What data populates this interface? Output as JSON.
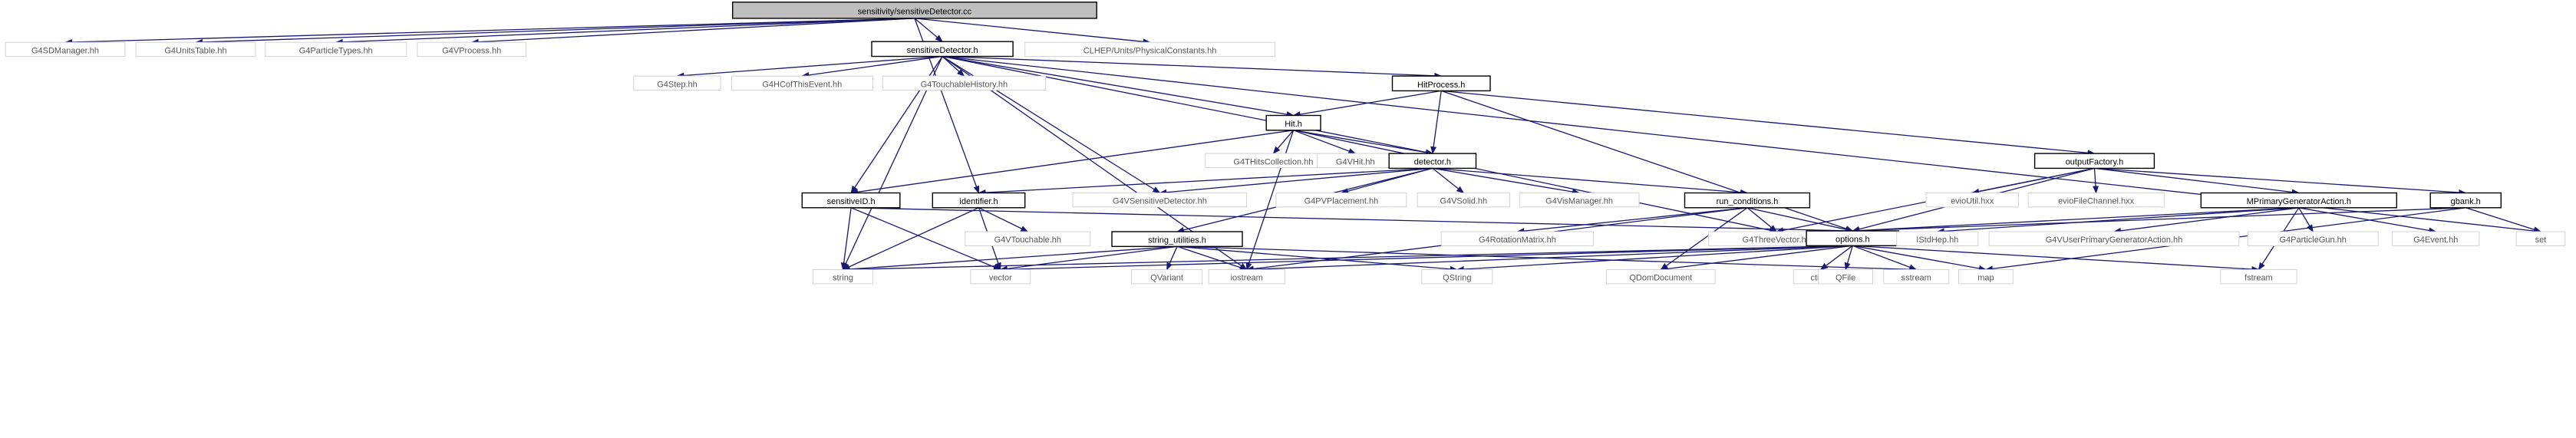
{
  "nodes": [
    {
      "id": "root",
      "label": "sensitivity/sensitiveDetector.cc",
      "style": "root"
    },
    {
      "id": "g4sdmanager",
      "label": "G4SDManager.hh",
      "style": "ext"
    },
    {
      "id": "g4unitstable",
      "label": "G4UnitsTable.hh",
      "style": "ext"
    },
    {
      "id": "g4particletypes",
      "label": "G4ParticleTypes.hh",
      "style": "ext"
    },
    {
      "id": "g4vprocess",
      "label": "G4VProcess.hh",
      "style": "ext"
    },
    {
      "id": "sensitivedetector_h",
      "label": "sensitiveDetector.h",
      "style": "doc"
    },
    {
      "id": "clhep_units",
      "label": "CLHEP/Units/PhysicalConstants.hh",
      "style": "ext"
    },
    {
      "id": "g4step",
      "label": "G4Step.hh",
      "style": "ext"
    },
    {
      "id": "g4hcofthisevent",
      "label": "G4HCofThisEvent.hh",
      "style": "ext"
    },
    {
      "id": "g4touchablehistory",
      "label": "G4TouchableHistory.hh",
      "style": "ext"
    },
    {
      "id": "hitprocess_h",
      "label": "HitProcess.h",
      "style": "doc"
    },
    {
      "id": "hit_h",
      "label": "Hit.h",
      "style": "doc"
    },
    {
      "id": "g4thitscollection",
      "label": "G4THitsCollection.hh",
      "style": "ext"
    },
    {
      "id": "g4vhit",
      "label": "G4VHit.hh",
      "style": "ext"
    },
    {
      "id": "detector_h",
      "label": "detector.h",
      "style": "doc"
    },
    {
      "id": "outputfactory_h",
      "label": "outputFactory.h",
      "style": "doc"
    },
    {
      "id": "sensitiveid_h",
      "label": "sensitiveID.h",
      "style": "doc"
    },
    {
      "id": "identifier_h",
      "label": "identifier.h",
      "style": "doc"
    },
    {
      "id": "g4vsensitivedetector",
      "label": "G4VSensitiveDetector.hh",
      "style": "ext"
    },
    {
      "id": "g4pvplacement",
      "label": "G4PVPlacement.hh",
      "style": "ext"
    },
    {
      "id": "g4vsolid",
      "label": "G4VSolid.hh",
      "style": "ext"
    },
    {
      "id": "g4vismanager",
      "label": "G4VisManager.hh",
      "style": "ext"
    },
    {
      "id": "run_conditions_h",
      "label": "run_conditions.h",
      "style": "doc"
    },
    {
      "id": "evioutil",
      "label": "evioUtil.hxx",
      "style": "ext"
    },
    {
      "id": "eviofilechannel",
      "label": "evioFileChannel.hxx",
      "style": "ext"
    },
    {
      "id": "mprimarygenerator_h",
      "label": "MPrimaryGeneratorAction.h",
      "style": "doc"
    },
    {
      "id": "gbank_h",
      "label": "gbank.h",
      "style": "doc"
    },
    {
      "id": "g4vtouchable",
      "label": "G4VTouchable.hh",
      "style": "ext"
    },
    {
      "id": "string_utilities_h",
      "label": "string_utilities.h",
      "style": "doc"
    },
    {
      "id": "g4rotationmatrix",
      "label": "G4RotationMatrix.hh",
      "style": "ext"
    },
    {
      "id": "g4threevector",
      "label": "G4ThreeVector.hh",
      "style": "ext"
    },
    {
      "id": "options_h",
      "label": "options.h",
      "style": "doc"
    },
    {
      "id": "istdhep",
      "label": "IStdHep.hh",
      "style": "ext"
    },
    {
      "id": "g4vuserprimary",
      "label": "G4VUserPrimaryGeneratorAction.hh",
      "style": "ext"
    },
    {
      "id": "g4particlegun",
      "label": "G4ParticleGun.hh",
      "style": "ext"
    },
    {
      "id": "g4event",
      "label": "G4Event.hh",
      "style": "ext"
    },
    {
      "id": "set",
      "label": "set",
      "style": "ext"
    },
    {
      "id": "string",
      "label": "string",
      "style": "ext"
    },
    {
      "id": "vector",
      "label": "vector",
      "style": "ext"
    },
    {
      "id": "qvariant",
      "label": "QVariant",
      "style": "ext"
    },
    {
      "id": "iostream",
      "label": "iostream",
      "style": "ext"
    },
    {
      "id": "qstring",
      "label": "QString",
      "style": "ext"
    },
    {
      "id": "qdomdocument",
      "label": "QDomDocument",
      "style": "ext"
    },
    {
      "id": "ctime",
      "label": "ctime",
      "style": "ext"
    },
    {
      "id": "qfile",
      "label": "QFile",
      "style": "ext"
    },
    {
      "id": "sstream",
      "label": "sstream",
      "style": "ext"
    },
    {
      "id": "map",
      "label": "map",
      "style": "ext"
    },
    {
      "id": "fstream",
      "label": "fstream",
      "style": "ext"
    }
  ],
  "edges": [
    [
      "root",
      "g4sdmanager"
    ],
    [
      "root",
      "g4unitstable"
    ],
    [
      "root",
      "g4particletypes"
    ],
    [
      "root",
      "g4vprocess"
    ],
    [
      "root",
      "sensitivedetector_h"
    ],
    [
      "root",
      "clhep_units"
    ],
    [
      "root",
      "identifier_h"
    ],
    [
      "sensitivedetector_h",
      "g4step"
    ],
    [
      "sensitivedetector_h",
      "g4hcofthisevent"
    ],
    [
      "sensitivedetector_h",
      "g4touchablehistory"
    ],
    [
      "sensitivedetector_h",
      "hitprocess_h"
    ],
    [
      "sensitivedetector_h",
      "hit_h"
    ],
    [
      "sensitivedetector_h",
      "detector_h"
    ],
    [
      "sensitivedetector_h",
      "sensitiveid_h"
    ],
    [
      "sensitivedetector_h",
      "g4vsensitivedetector"
    ],
    [
      "sensitivedetector_h",
      "iostream"
    ],
    [
      "sensitivedetector_h",
      "string"
    ],
    [
      "sensitivedetector_h",
      "set"
    ],
    [
      "hitprocess_h",
      "hit_h"
    ],
    [
      "hitprocess_h",
      "detector_h"
    ],
    [
      "hitprocess_h",
      "outputfactory_h"
    ],
    [
      "hitprocess_h",
      "options_h"
    ],
    [
      "hit_h",
      "g4thitscollection"
    ],
    [
      "hit_h",
      "g4vhit"
    ],
    [
      "hit_h",
      "detector_h"
    ],
    [
      "hit_h",
      "sensitiveid_h"
    ],
    [
      "hit_h",
      "iostream"
    ],
    [
      "hit_h",
      "g4threevector"
    ],
    [
      "detector_h",
      "identifier_h"
    ],
    [
      "detector_h",
      "g4vsensitivedetector"
    ],
    [
      "detector_h",
      "g4pvplacement"
    ],
    [
      "detector_h",
      "g4vsolid"
    ],
    [
      "detector_h",
      "g4vismanager"
    ],
    [
      "detector_h",
      "run_conditions_h"
    ],
    [
      "detector_h",
      "string_utilities_h"
    ],
    [
      "outputfactory_h",
      "evioutil"
    ],
    [
      "outputfactory_h",
      "eviofilechannel"
    ],
    [
      "outputfactory_h",
      "mprimarygenerator_h"
    ],
    [
      "outputfactory_h",
      "gbank_h"
    ],
    [
      "outputfactory_h",
      "options_h"
    ],
    [
      "outputfactory_h",
      "g4threevector"
    ],
    [
      "sensitiveid_h",
      "string"
    ],
    [
      "sensitiveid_h",
      "vector"
    ],
    [
      "sensitiveid_h",
      "options_h"
    ],
    [
      "identifier_h",
      "g4vtouchable"
    ],
    [
      "identifier_h",
      "string"
    ],
    [
      "identifier_h",
      "vector"
    ],
    [
      "run_conditions_h",
      "g4rotationmatrix"
    ],
    [
      "run_conditions_h",
      "g4threevector"
    ],
    [
      "run_conditions_h",
      "options_h"
    ],
    [
      "run_conditions_h",
      "qdomdocument"
    ],
    [
      "run_conditions_h",
      "iostream"
    ],
    [
      "mprimarygenerator_h",
      "options_h"
    ],
    [
      "mprimarygenerator_h",
      "istdhep"
    ],
    [
      "mprimarygenerator_h",
      "g4vuserprimary"
    ],
    [
      "mprimarygenerator_h",
      "g4particlegun"
    ],
    [
      "mprimarygenerator_h",
      "g4event"
    ],
    [
      "mprimarygenerator_h",
      "fstream"
    ],
    [
      "gbank_h",
      "options_h"
    ],
    [
      "gbank_h",
      "set"
    ],
    [
      "gbank_h",
      "map"
    ],
    [
      "string_utilities_h",
      "string"
    ],
    [
      "string_utilities_h",
      "vector"
    ],
    [
      "string_utilities_h",
      "qvariant"
    ],
    [
      "string_utilities_h",
      "iostream"
    ],
    [
      "string_utilities_h",
      "qstring"
    ],
    [
      "string_utilities_h",
      "sstream"
    ],
    [
      "options_h",
      "string"
    ],
    [
      "options_h",
      "vector"
    ],
    [
      "options_h",
      "iostream"
    ],
    [
      "options_h",
      "qstring"
    ],
    [
      "options_h",
      "qdomdocument"
    ],
    [
      "options_h",
      "ctime"
    ],
    [
      "options_h",
      "qfile"
    ],
    [
      "options_h",
      "sstream"
    ],
    [
      "options_h",
      "map"
    ],
    [
      "options_h",
      "fstream"
    ]
  ],
  "colors": {
    "edge": "#191970",
    "root_fill": "#bfbfbf",
    "root_border": "#000000",
    "doc_fill": "#ffffff",
    "doc_border": "#000000",
    "ext_fill": "#ffffff",
    "ext_border": "#d3d3d3",
    "text": "#000000",
    "ext_text": "#555555"
  }
}
